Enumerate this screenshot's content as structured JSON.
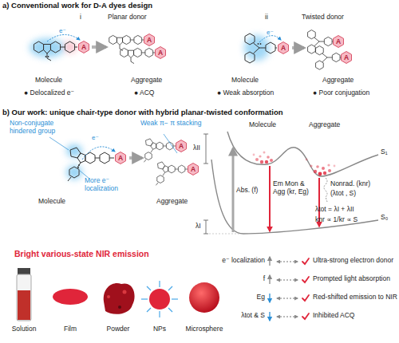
{
  "diagram": {
    "nodes": [
      {
        "text": [
          "A"
        ]
      },
      {
        "text": [
          "A"
        ]
      },
      {
        "text": [
          "A"
        ]
      },
      {
        "text": [
          "A"
        ]
      },
      {
        "text": [
          "A"
        ]
      },
      {
        "text": [
          "A"
        ]
      },
      {
        "text": [
          "A"
        ]
      },
      {
        "text": [
          "A"
        ]
      },
      {
        "text": [
          "A"
        ]
      }
    ],
    "labels": [
      "a) Conventional work for D-A dyes design",
      "i",
      "Planar donor",
      "ii",
      "Twisted donor",
      "e⁻",
      "Molecule",
      "Aggregate",
      "● Delocalized e⁻",
      "● ACQ",
      "e⁻",
      "Molecule",
      "Aggregate",
      "● Weak absorption",
      "● Poor conjugation",
      "b) Our work: unique chair-type donor with hybrid planar-twisted conformation",
      "Non-conjugate hindered group",
      "e⁻",
      "More e⁻ localization",
      "Molecule",
      "Weak π− π stacking",
      "Aggregate",
      "Molecule",
      "Aggregate",
      "S₁",
      "λII",
      "Abs. (f)",
      "Em Mon & Agg (kr, Eg)",
      "Nonrad. (knr)",
      "(λtot , S)",
      "S₀",
      "λI",
      "λtot = λI + λII",
      "knr ∝ 1/kr ∝ S",
      "Bright various-state NIR emission",
      "Solution",
      "Film",
      "Powder",
      "NPs",
      "Microsphere",
      "e⁻ localization",
      "Ultra-strong electron donor",
      "f",
      "Prompted light absorption",
      "Eg",
      "Red-shifted emission to NIR",
      "λtot & S",
      "Inhibited ACQ"
    ]
  }
}
